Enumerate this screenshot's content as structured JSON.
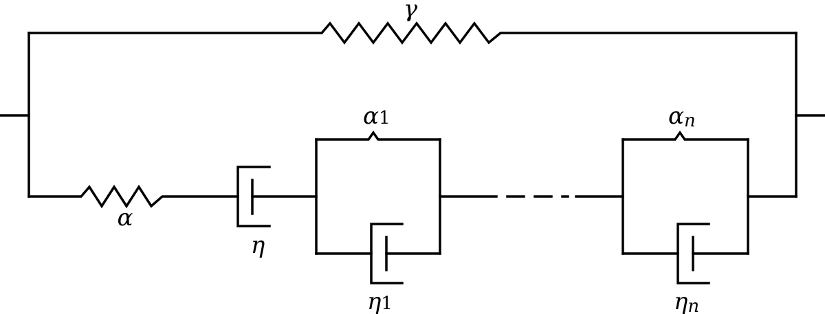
{
  "labels": {
    "gamma": "γ",
    "alpha": "α",
    "eta": "η",
    "alpha_1": {
      "base": "α",
      "sub": "1"
    },
    "eta_1": {
      "base": "η",
      "sub": "1"
    },
    "alpha_n": {
      "base": "α",
      "sub": "n"
    },
    "eta_n": {
      "base": "η",
      "sub": "n"
    }
  }
}
